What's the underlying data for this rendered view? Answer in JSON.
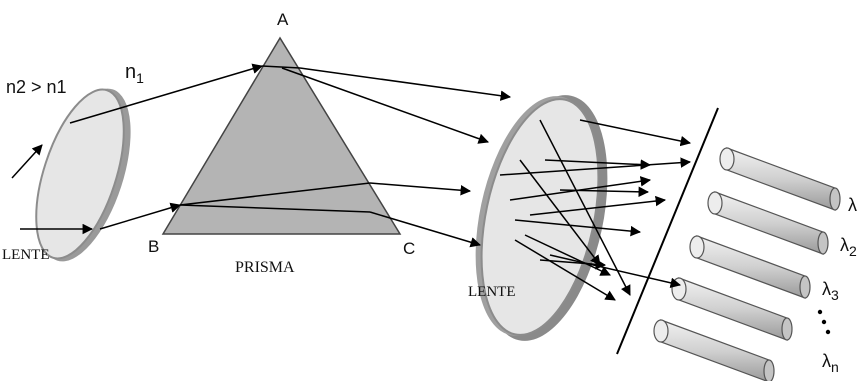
{
  "labels": {
    "vertex_a": "A",
    "vertex_b": "B",
    "vertex_c": "C",
    "index_relation": "n2 > n1",
    "index_n1_letter": "n",
    "index_n1_sub": "1",
    "lens_left": "LENTE",
    "prism": "PRISMA",
    "lens_right": "LENTE",
    "lambda_1": "λ",
    "lambda_2_base": "λ",
    "lambda_2_sub": "2",
    "lambda_3_base": "λ",
    "lambda_3_sub": "3",
    "lambda_n_base": "λ",
    "lambda_n_sub": "n"
  },
  "colors": {
    "prism_fill": "#b4b4b4",
    "lens_fill": "#e6e6e6",
    "lens_rim": "#8c8c8c",
    "ray": "#000000",
    "detector_fill": "#d7d7d7"
  }
}
